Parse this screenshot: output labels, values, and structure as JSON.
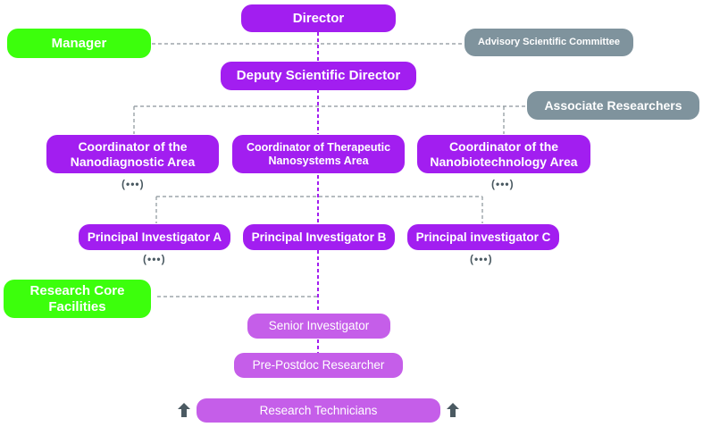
{
  "nodes": {
    "director": "Director",
    "manager": "Manager",
    "advisory": "Advisory Scientific Committee",
    "deputy": "Deputy Scientific Director",
    "associate": "Associate Researchers",
    "coord_nanodiag": "Coordinator of the Nanodiagnostic Area",
    "coord_therapeutic": "Coordinator of Therapeutic Nanosystems Area",
    "coord_nanobio": "Coordinator of the Nanobiotechnology Area",
    "pi_a": "Principal Investigator A",
    "pi_b": "Principal Investigator B",
    "pi_c": "Principal investigator C",
    "core": "Research Core Facilities",
    "senior": "Senior Investigator",
    "prepostdoc": "Pre-Postdoc Researcher",
    "technicians": "Research Technicians"
  },
  "ellipsis": "(•••)",
  "icons": {
    "arrow": "arrow-up-icon"
  },
  "colors": {
    "primary": "#a21ef0",
    "secondary": "#c55ee9",
    "support": "#3cff0c",
    "external": "#7f939d",
    "connector": "#8a949a"
  }
}
